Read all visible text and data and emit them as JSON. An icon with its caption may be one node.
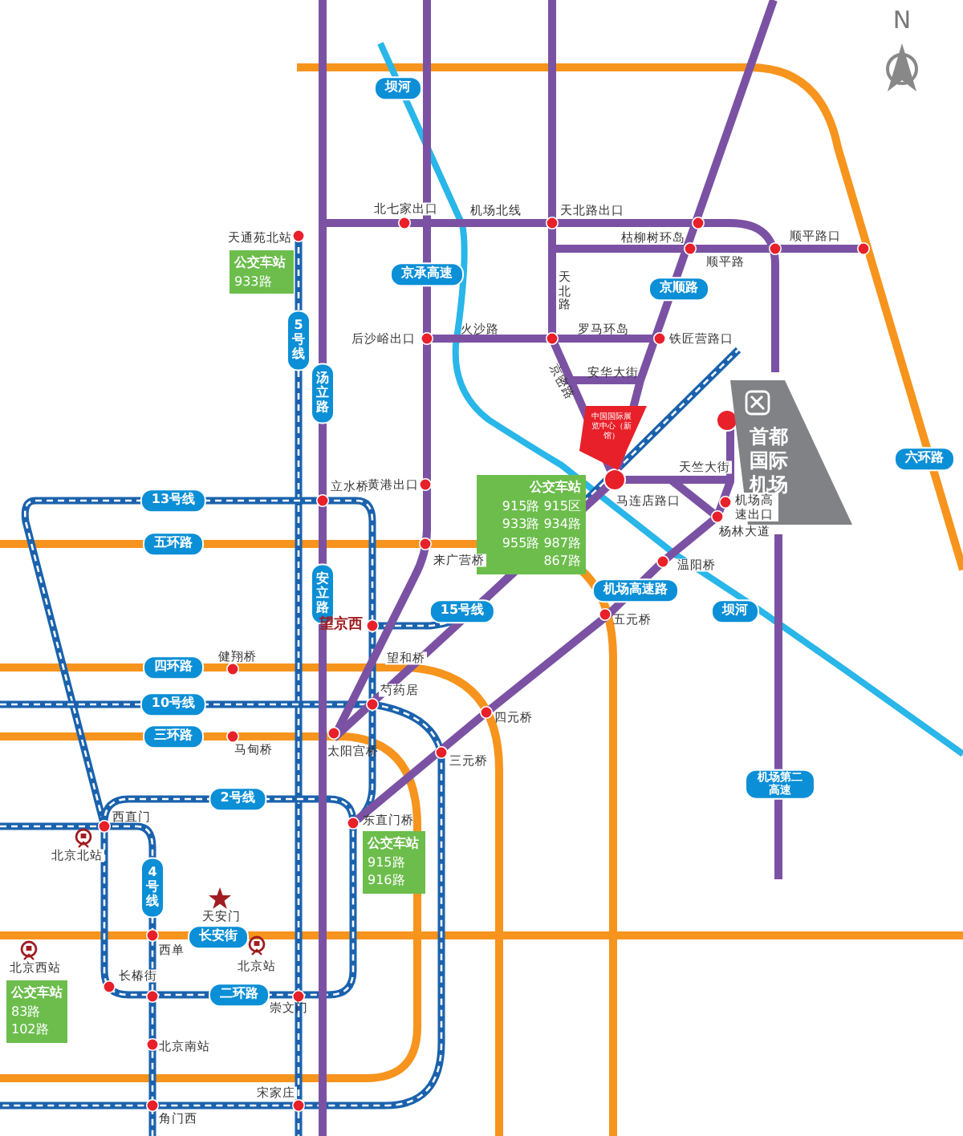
{
  "diagram": {
    "nodes": [
      {
        "text": [
          "坝河"
        ]
      },
      {
        "text": [
          "公交车站",
          "933路"
        ]
      },
      {
        "text": [
          "京承高速"
        ]
      },
      {
        "text": [
          "京顺路"
        ]
      },
      {
        "text": [
          "5号线"
        ]
      },
      {
        "text": [
          "汤立路"
        ]
      },
      {
        "text": [
          "中国国际展览中心（新馆）"
        ]
      },
      {
        "text": [
          "首都国际机场"
        ]
      },
      {
        "text": [
          "六环路"
        ]
      },
      {
        "text": [
          "公交车站",
          "915路 915区 933路 934路 955路 987路 867路"
        ]
      },
      {
        "text": [
          "13号线"
        ]
      },
      {
        "text": [
          "五环路"
        ]
      },
      {
        "text": [
          "安立路"
        ]
      },
      {
        "text": [
          "机场高速路"
        ]
      },
      {
        "text": [
          "15号线"
        ]
      },
      {
        "text": [
          "坝河"
        ]
      },
      {
        "text": [
          "四环路"
        ]
      },
      {
        "text": [
          "10号线"
        ]
      },
      {
        "text": [
          "三环路"
        ]
      },
      {
        "text": [
          "机场第二高速"
        ]
      },
      {
        "text": [
          "2号线"
        ]
      },
      {
        "text": [
          "公交车站",
          "915路",
          "916路"
        ]
      },
      {
        "text": [
          "4号线"
        ]
      },
      {
        "text": [
          "长安街"
        ]
      },
      {
        "text": [
          "公交车站",
          "83路",
          "102路"
        ]
      },
      {
        "text": [
          "二环路"
        ]
      }
    ],
    "labels": [
      "N",
      "北七家出口",
      "机场北线",
      "天北路出口",
      "枯柳树环岛",
      "顺平路口",
      "顺平路",
      "天通苑北站",
      "天北路",
      "后沙峪出口",
      "火沙路",
      "罗马环岛",
      "铁匠营路口",
      "安华大街",
      "京密路",
      "立水桥",
      "黄港出口",
      "来广营桥",
      "马连店路口",
      "天竺大街",
      "机场高速出口",
      "杨林大道",
      "温阳桥",
      "望京西",
      "五元桥",
      "健翔桥",
      "望和桥",
      "芍药居",
      "四元桥",
      "马甸桥",
      "太阳宫桥",
      "三元桥",
      "西直门",
      "东直门桥",
      "北京北站",
      "天安门",
      "西单",
      "北京西站",
      "北京站",
      "长椿街",
      "崇文门",
      "北京南站",
      "宋家庄",
      "角门西"
    ]
  }
}
